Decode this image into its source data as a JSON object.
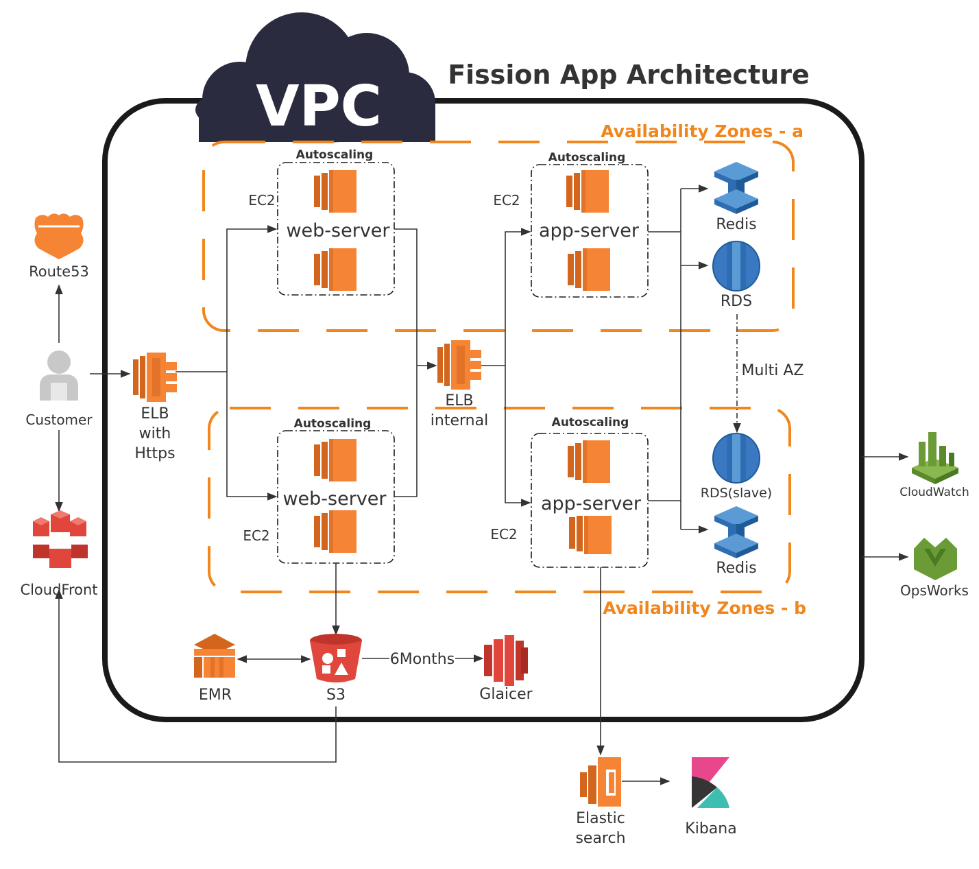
{
  "title": "Fission App  Architecture",
  "vpc_label": "VPC",
  "zones": {
    "a": "Availability Zones - a",
    "b": "Availability Zones - b"
  },
  "autoscaling": {
    "web_a": "Autoscaling",
    "app_a": "Autoscaling",
    "web_b": "Autoscaling",
    "app_b": "Autoscaling"
  },
  "ec2": {
    "web_a": "EC2",
    "app_a": "EC2",
    "web_b": "EC2",
    "app_b": "EC2"
  },
  "servers": {
    "web_a": "web-server",
    "app_a": "app-server",
    "web_b": "web-server",
    "app_b": "app-server"
  },
  "nodes": {
    "route53": "Route53",
    "customer": "Customer",
    "cloudfront": "CloudFront",
    "elb_https_1": "ELB",
    "elb_https_2": "with",
    "elb_https_3": "Https",
    "elb_internal_1": "ELB",
    "elb_internal_2": "internal",
    "redis_a": "Redis",
    "rds_a": "RDS",
    "multi_az": "Multi AZ",
    "rds_slave": "RDS(slave)",
    "redis_b": "Redis",
    "cloudwatch": "CloudWatch",
    "opsworks": "OpsWorks",
    "emr": "EMR",
    "s3": "S3",
    "six_months": "6Months",
    "glacier": "Glaicer",
    "elastic_1": "Elastic",
    "elastic_2": "search",
    "kibana": "Kibana"
  },
  "colors": {
    "aws_orange": "#f58535",
    "aws_orange_dark": "#d3661c",
    "aws_blue": "#3b78c2",
    "aws_blue_dark": "#1f5b99",
    "aws_red": "#e0463b",
    "aws_green": "#6b9b37",
    "zone_orange": "#f0861c",
    "vpc_cloud": "#2b2b3f"
  }
}
